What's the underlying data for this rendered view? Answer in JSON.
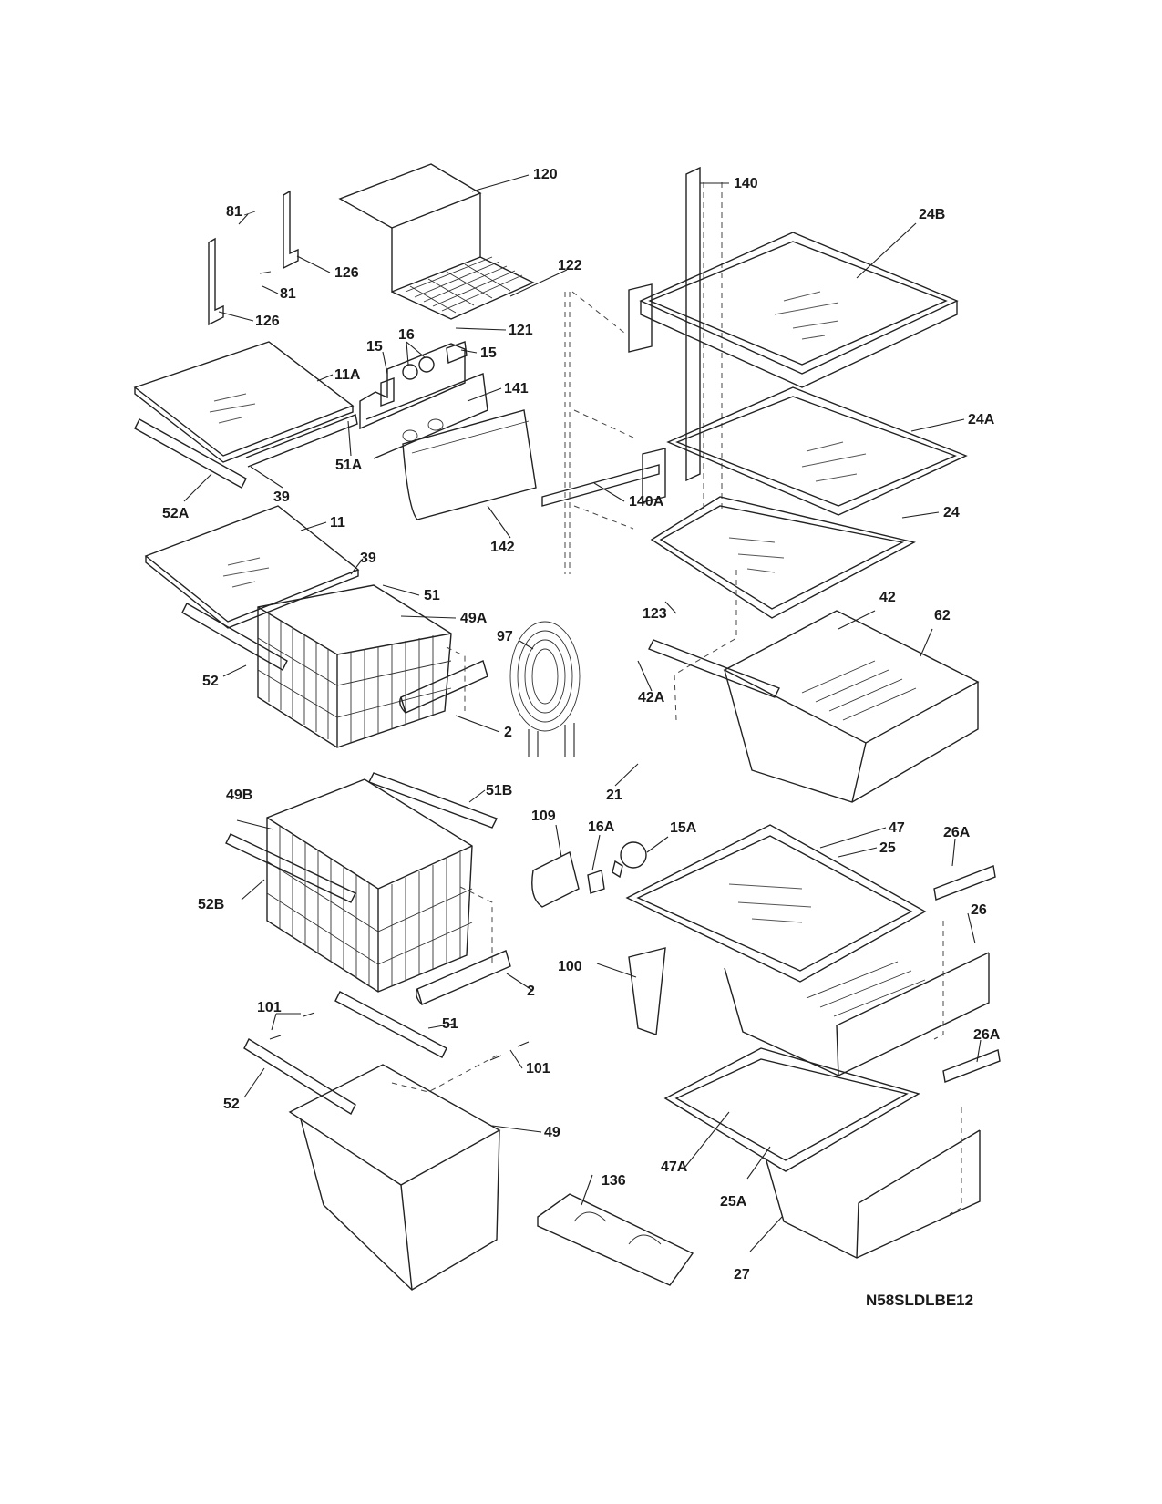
{
  "diagram_code": "N58SLDLBE12",
  "labels": {
    "l120": "120",
    "l140": "140",
    "l81a": "81",
    "l81b": "81",
    "l126a": "126",
    "l126b": "126",
    "l122": "122",
    "l24B": "24B",
    "l121": "121",
    "l15a": "15",
    "l16": "16",
    "l15b": "15",
    "l11A": "11A",
    "l141": "141",
    "l24A": "24A",
    "l51A": "51A",
    "l39a": "39",
    "l52A": "52A",
    "l140A": "140A",
    "l24": "24",
    "l142": "142",
    "l11": "11",
    "l39b": "39",
    "l51a": "51",
    "l49A": "49A",
    "l123": "123",
    "l42": "42",
    "l62": "62",
    "l97": "97",
    "l52a": "52",
    "l42A": "42A",
    "l2a": "2",
    "l21": "21",
    "l49B": "49B",
    "l51B": "51B",
    "l109": "109",
    "l16A": "16A",
    "l15A": "15A",
    "l47": "47",
    "l26Aa": "26A",
    "l25": "25",
    "l52B": "52B",
    "l26": "26",
    "l100": "100",
    "l2b": "2",
    "l101a": "101",
    "l51b": "51",
    "l26Ab": "26A",
    "l101b": "101",
    "l52b": "52",
    "l49": "49",
    "l47A": "47A",
    "l136": "136",
    "l25A": "25A",
    "l27": "27"
  }
}
